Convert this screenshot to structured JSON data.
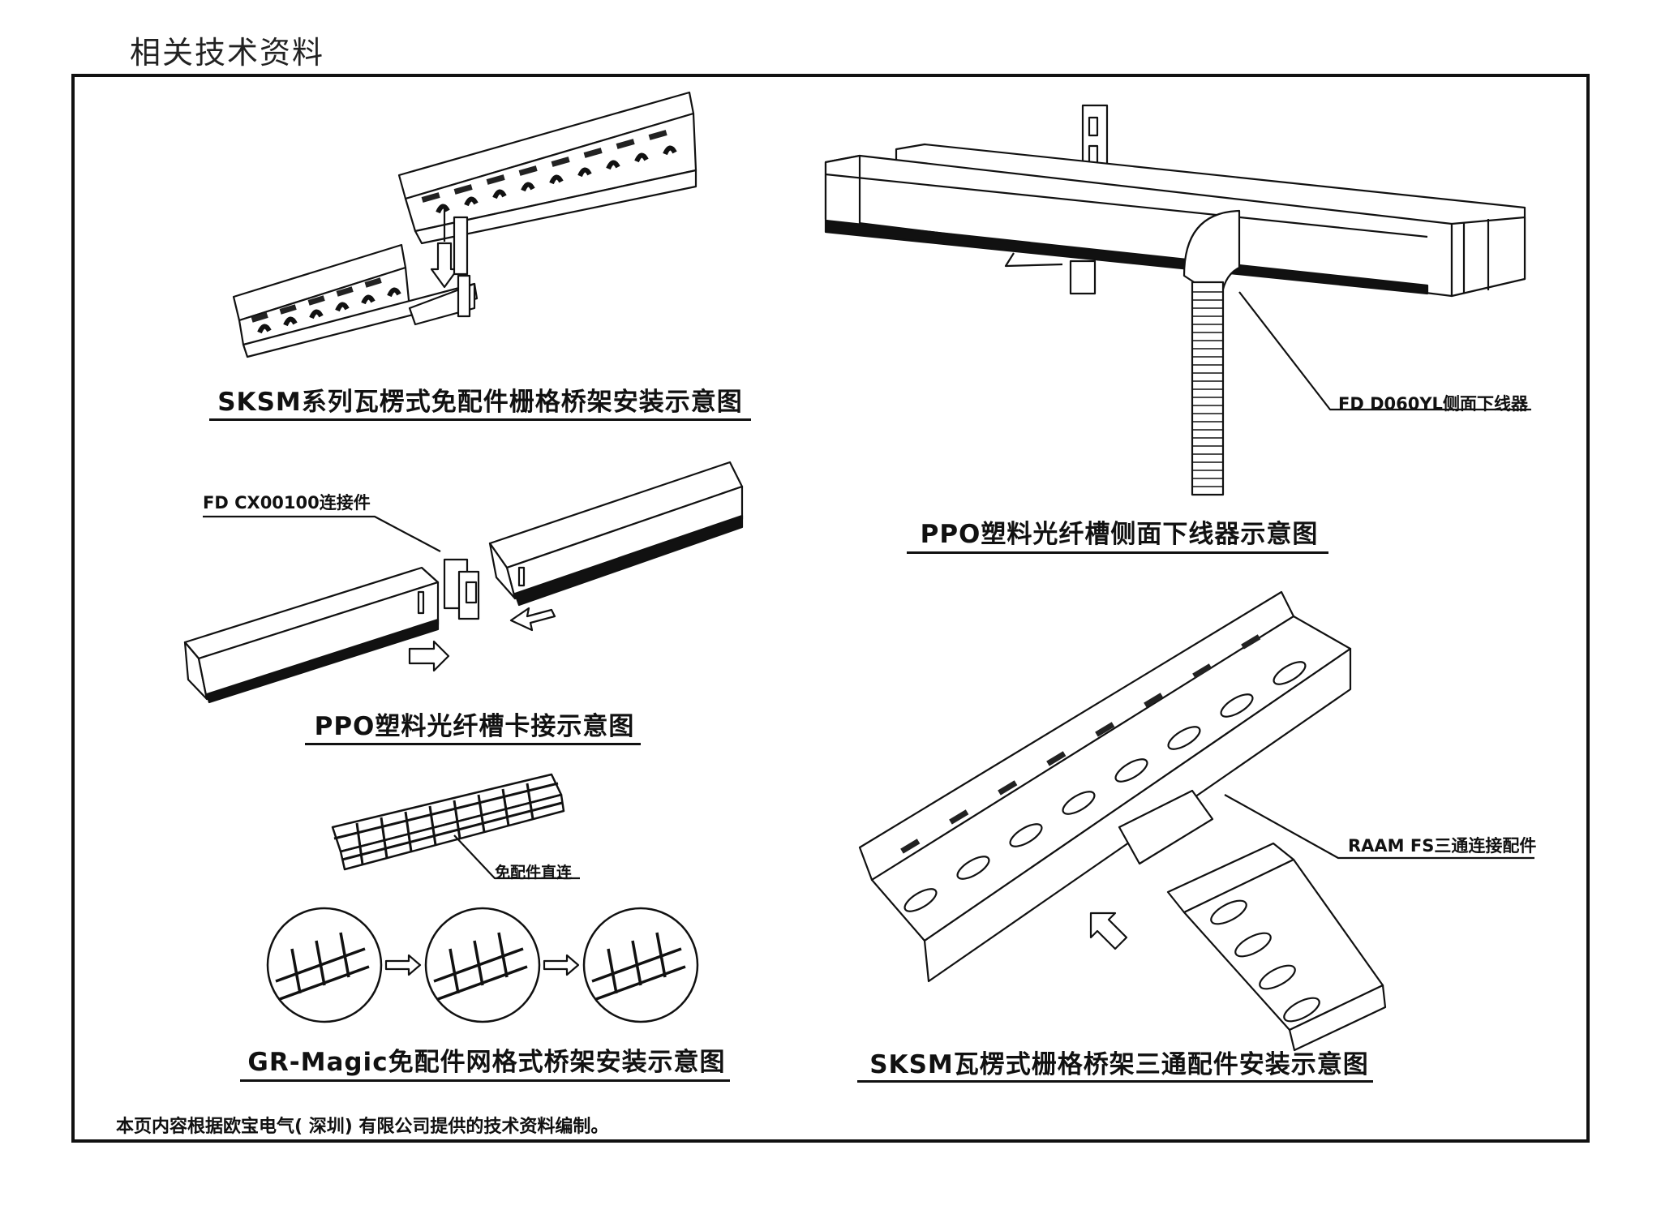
{
  "heading": "相关技术资料",
  "captions": {
    "sksm_install": "SKSM系列瓦楞式免配件栅格桥架安装示意图",
    "ppo_side_outlet": "PPO塑料光纤槽侧面下线器示意图",
    "ppo_snap": "PPO塑料光纤槽卡接示意图",
    "gr_magic": "GR-Magic免配件网格式桥架安装示意图",
    "sksm_tee": "SKSM瓦楞式栅格桥架三通配件安装示意图"
  },
  "callouts": {
    "side_outlet": "FD  D060YL侧面下线器",
    "connector": "FD  CX00100连接件",
    "direct_connect": "免配件直连",
    "tee_fitting": "RAAM  FS三通连接配件"
  },
  "footnote": "本页内容根据欧宝电气( 深圳) 有限公司提供的技术资料编制。"
}
